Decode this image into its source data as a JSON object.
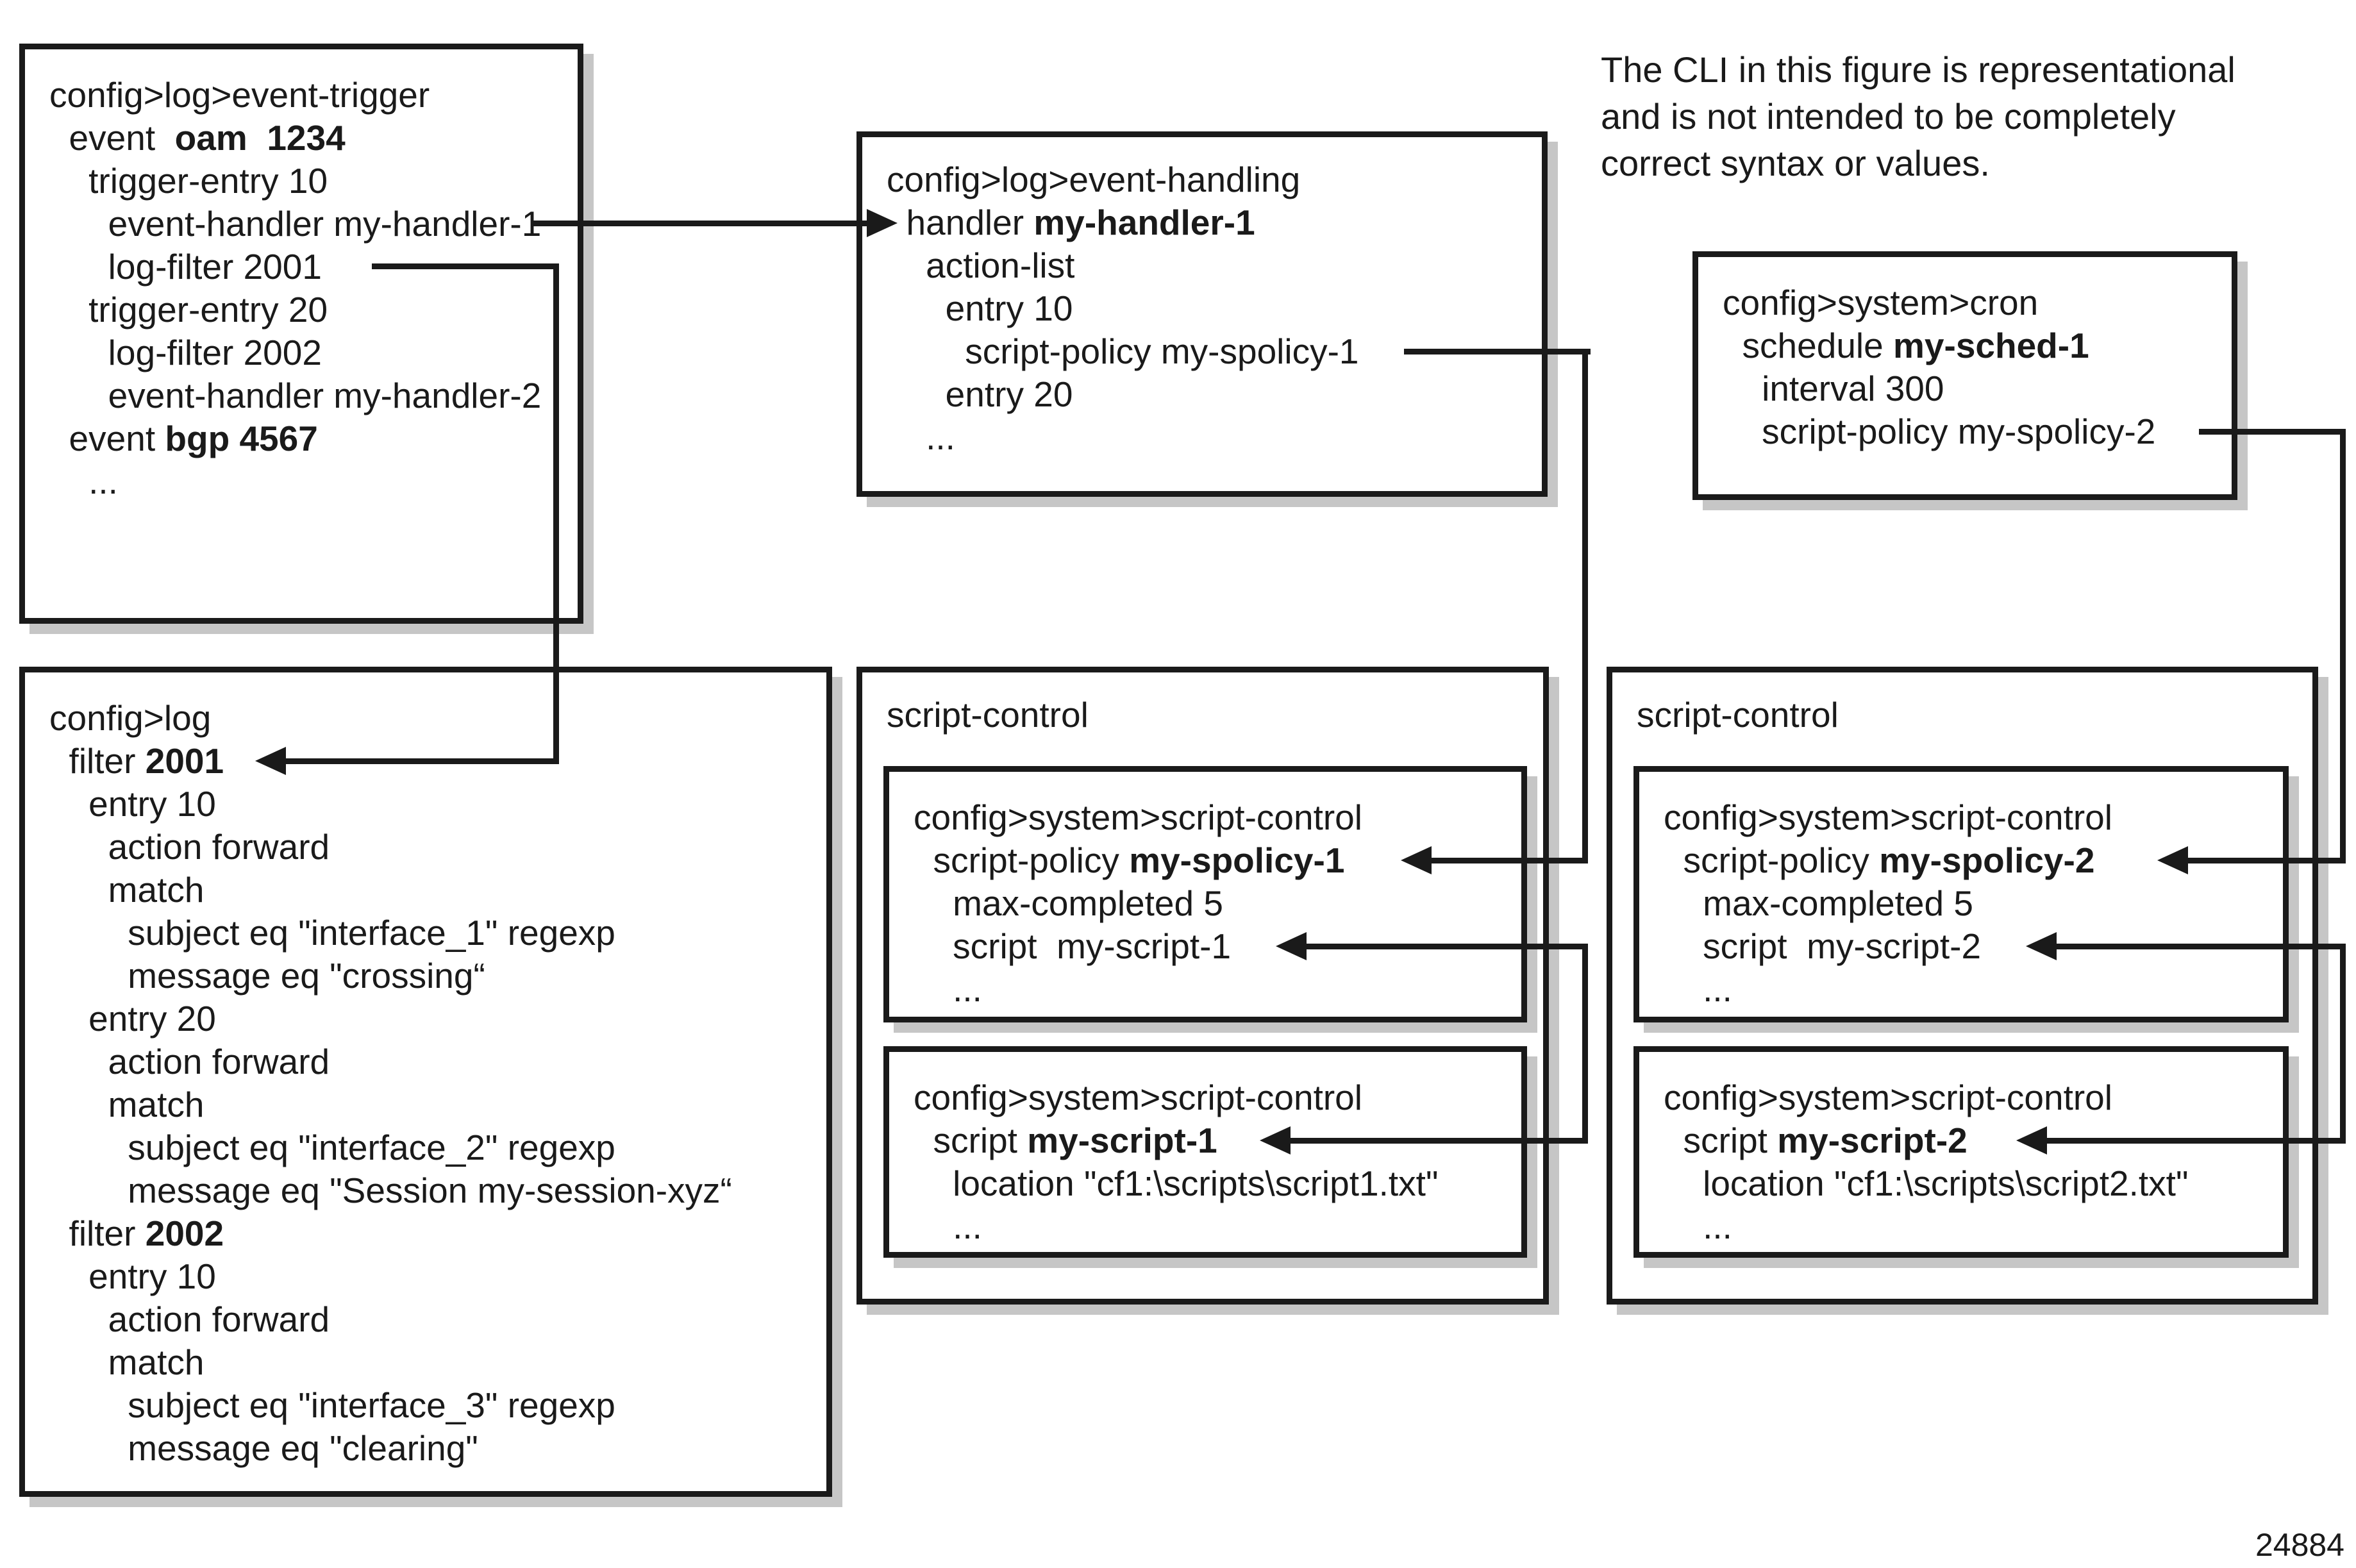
{
  "note": {
    "lines": [
      "The CLI in this figure is representational",
      "and is not intended to be completely",
      "correct syntax or values."
    ]
  },
  "figure_number": "24884",
  "colors": {
    "ink": "#1a1a1a",
    "box_shadow": "#c6c6c6",
    "background": "#ffffff"
  },
  "boxes": {
    "event_trigger": {
      "lines": [
        [
          [
            "config>log>event-trigger",
            0
          ]
        ],
        [
          [
            "  event  ",
            0
          ],
          [
            "oam  1234",
            1
          ]
        ],
        [
          [
            "    trigger-entry 10",
            0
          ]
        ],
        [
          [
            "      event-handler my-handler-1",
            0
          ]
        ],
        [
          [
            "      log-filter 2001",
            0
          ]
        ],
        [
          [
            "    trigger-entry 20",
            0
          ]
        ],
        [
          [
            "      log-filter 2002",
            0
          ]
        ],
        [
          [
            "      event-handler my-handler-2",
            0
          ]
        ],
        [
          [
            "  event ",
            0
          ],
          [
            "bgp 4567",
            1
          ]
        ],
        [
          [
            "    ...",
            0
          ]
        ]
      ]
    },
    "event_handling": {
      "lines": [
        [
          [
            "config>log>event-handling",
            0
          ]
        ],
        [
          [
            "  handler ",
            0
          ],
          [
            "my-handler-1",
            1
          ]
        ],
        [
          [
            "    action-list",
            0
          ]
        ],
        [
          [
            "      entry 10",
            0
          ]
        ],
        [
          [
            "        script-policy my-spolicy-1",
            0
          ]
        ],
        [
          [
            "      entry 20",
            0
          ]
        ],
        [
          [
            "    ...",
            0
          ]
        ]
      ]
    },
    "cron": {
      "lines": [
        [
          [
            "config>system>cron",
            0
          ]
        ],
        [
          [
            "  schedule ",
            0
          ],
          [
            "my-sched-1",
            1
          ]
        ],
        [
          [
            "    interval 300",
            0
          ]
        ],
        [
          [
            "    script-policy my-spolicy-2",
            0
          ]
        ]
      ]
    },
    "log_filters": {
      "lines": [
        [
          [
            "config>log",
            0
          ]
        ],
        [
          [
            "  filter ",
            0
          ],
          [
            "2001",
            1
          ]
        ],
        [
          [
            "    entry 10",
            0
          ]
        ],
        [
          [
            "      action forward",
            0
          ]
        ],
        [
          [
            "      match",
            0
          ]
        ],
        [
          [
            "        subject eq \"interface_1\" regexp",
            0
          ]
        ],
        [
          [
            "        message eq \"crossing“",
            0
          ]
        ],
        [
          [
            "    entry 20",
            0
          ]
        ],
        [
          [
            "      action forward",
            0
          ]
        ],
        [
          [
            "      match",
            0
          ]
        ],
        [
          [
            "        subject eq \"interface_2\" regexp",
            0
          ]
        ],
        [
          [
            "        message eq \"Session my-session-xyz“",
            0
          ]
        ],
        [
          [
            "  filter ",
            0
          ],
          [
            "2002",
            1
          ]
        ],
        [
          [
            "    entry 10",
            0
          ]
        ],
        [
          [
            "      action forward",
            0
          ]
        ],
        [
          [
            "      match",
            0
          ]
        ],
        [
          [
            "        subject eq \"interface_3\" regexp",
            0
          ]
        ],
        [
          [
            "        message eq \"clearing\"",
            0
          ]
        ]
      ]
    },
    "script_control_1": {
      "title": "script-control",
      "policy_box": {
        "lines": [
          [
            [
              "config>system>script-control",
              0
            ]
          ],
          [
            [
              "  script-policy ",
              0
            ],
            [
              "my-spolicy-1",
              1
            ]
          ],
          [
            [
              "    max-completed 5",
              0
            ]
          ],
          [
            [
              "    script  my-script-1",
              0
            ]
          ],
          [
            [
              "    ...",
              0
            ]
          ]
        ]
      },
      "script_box": {
        "lines": [
          [
            [
              "config>system>script-control",
              0
            ]
          ],
          [
            [
              "  script ",
              0
            ],
            [
              "my-script-1",
              1
            ]
          ],
          [
            [
              "    location \"cf1:\\scripts\\script1.txt\"",
              0
            ]
          ],
          [
            [
              "    ...",
              0
            ]
          ]
        ]
      }
    },
    "script_control_2": {
      "title": "script-control",
      "policy_box": {
        "lines": [
          [
            [
              "config>system>script-control",
              0
            ]
          ],
          [
            [
              "  script-policy ",
              0
            ],
            [
              "my-spolicy-2",
              1
            ]
          ],
          [
            [
              "    max-completed 5",
              0
            ]
          ],
          [
            [
              "    script  my-script-2",
              0
            ]
          ],
          [
            [
              "    ...",
              0
            ]
          ]
        ]
      },
      "script_box": {
        "lines": [
          [
            [
              "config>system>script-control",
              0
            ]
          ],
          [
            [
              "  script ",
              0
            ],
            [
              "my-script-2",
              1
            ]
          ],
          [
            [
              "    location \"cf1:\\scripts\\script2.txt\"",
              0
            ]
          ],
          [
            [
              "    ...",
              0
            ]
          ]
        ]
      }
    }
  },
  "connectors": [
    {
      "name": "handler-link",
      "from": "event-handler my-handler-1",
      "to": "handler my-handler-1"
    },
    {
      "name": "filter-2001-link",
      "from": "log-filter 2001",
      "to": "filter 2001"
    },
    {
      "name": "spolicy-1-link",
      "from": "script-policy my-spolicy-1 (event-handling entry 10)",
      "to": "script-policy my-spolicy-1 (script-control)"
    },
    {
      "name": "my-script-1-link",
      "from": "script my-script-1 (script-policy)",
      "to": "script my-script-1 (script definition)"
    },
    {
      "name": "spolicy-2-link",
      "from": "script-policy my-spolicy-2 (cron schedule)",
      "to": "script-policy my-spolicy-2 (script-control)"
    },
    {
      "name": "my-script-2-link",
      "from": "script my-script-2 (script-policy)",
      "to": "script my-script-2 (script definition)"
    }
  ]
}
